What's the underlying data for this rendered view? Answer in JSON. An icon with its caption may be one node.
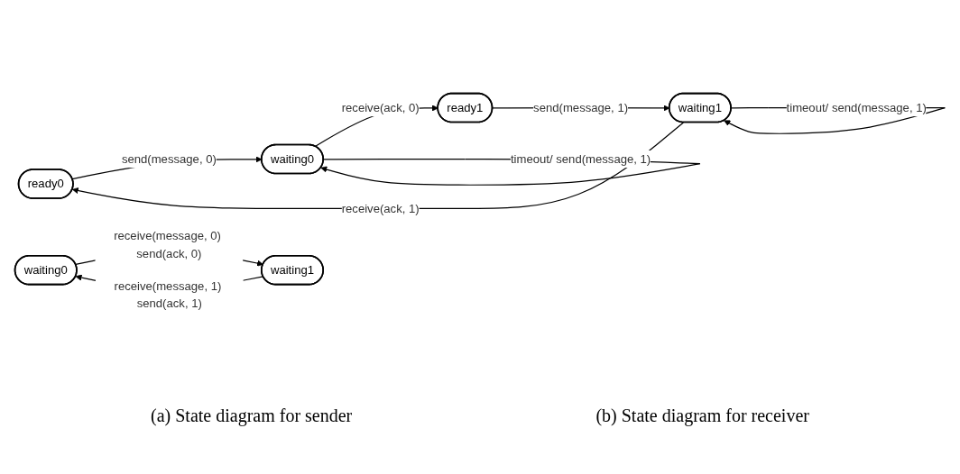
{
  "diagram": {
    "nodes": [
      {
        "text": [
          "ready0"
        ]
      },
      {
        "text": [
          "waiting1"
        ]
      },
      {
        "text": [
          "waiting0"
        ]
      },
      {
        "text": [
          "ready1"
        ]
      },
      {
        "text": [
          "waiting0"
        ]
      },
      {
        "text": [
          "waiting1"
        ]
      }
    ],
    "edges": [
      {
        "from": 1,
        "to": 0,
        "arrow": "to",
        "label": "receive(ack, 1)"
      },
      {
        "from": 1,
        "to": 1,
        "arrow": "to",
        "label": "timeout/ send(message, 1)"
      },
      {
        "from": 0,
        "to": 2,
        "arrow": "to",
        "label": "send(message, 0)"
      },
      {
        "from": 2,
        "to": 3,
        "arrow": "to",
        "label": "receive(ack, 0)"
      },
      {
        "from": 2,
        "to": 2,
        "arrow": "to",
        "label": "timeout/ send(message, 1)"
      },
      {
        "from": 3,
        "to": 1,
        "arrow": "to",
        "label": "send(message, 1)"
      },
      {
        "from": 4,
        "to": 5,
        "arrow": "to",
        "label": "receive(message, 0) send(ack, 0)"
      },
      {
        "from": 5,
        "to": 4,
        "arrow": "to",
        "label": "receive(message, 1) send(ack, 1)"
      }
    ],
    "labels": [
      "(a) State diagram for sender",
      "(b) State diagram for receiver"
    ]
  }
}
